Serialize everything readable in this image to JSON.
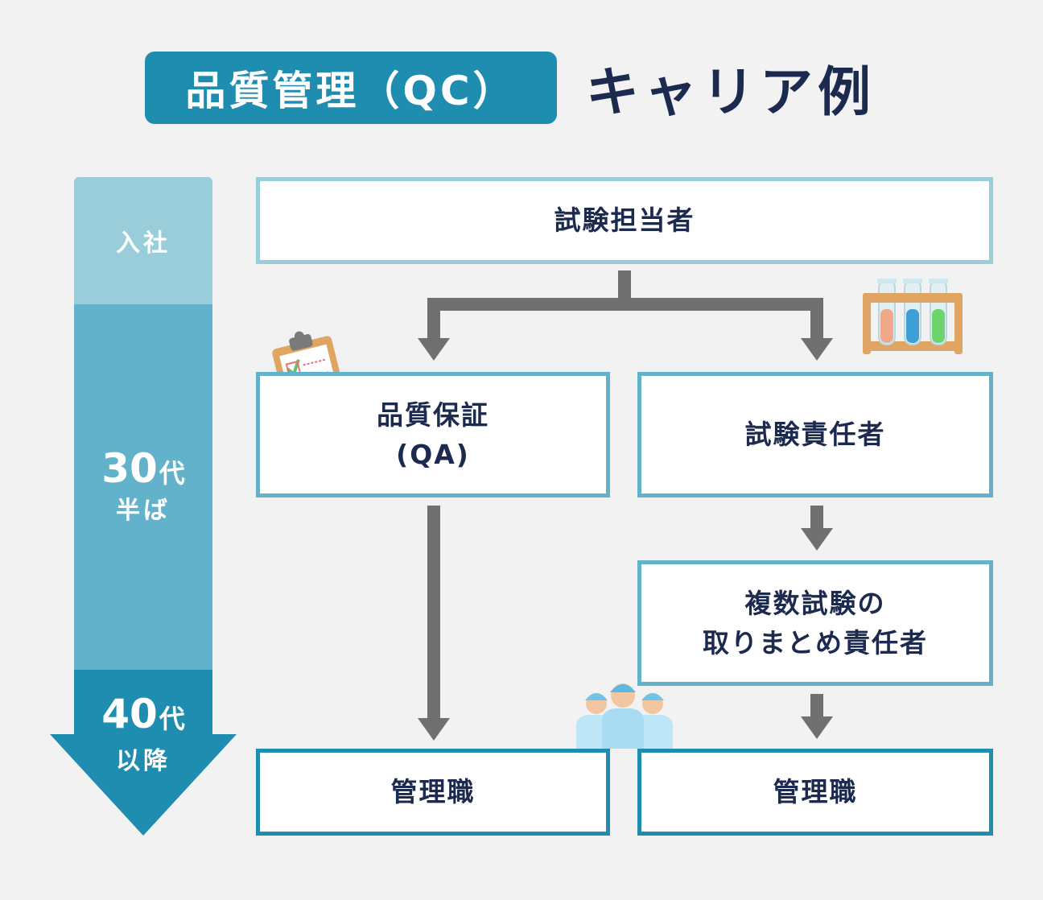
{
  "title": {
    "badge": "品質管理（QC）",
    "main": "キャリア例"
  },
  "timeline": {
    "stage1": "入社",
    "stage2_num": "30",
    "stage2_suffix": "代",
    "stage2_sub": "半ば",
    "stage3_num": "40",
    "stage3_suffix": "代",
    "stage3_sub": "以降"
  },
  "nodes": {
    "tester": "試験担当者",
    "qa_line1": "品質保証",
    "qa_line2": "(QA)",
    "test_lead": "試験責任者",
    "multi_line1": "複数試験の",
    "multi_line2": "取りまとめ責任者",
    "manager_left": "管理職",
    "manager_right": "管理職"
  },
  "colors": {
    "stage1": "#99cdda",
    "stage2": "#63b2cc",
    "stage3": "#1f8db0",
    "arrow": "#707070",
    "text": "#1b2a4e"
  },
  "icons": [
    "clipboard-icon",
    "test-tubes-icon",
    "workers-icon"
  ]
}
